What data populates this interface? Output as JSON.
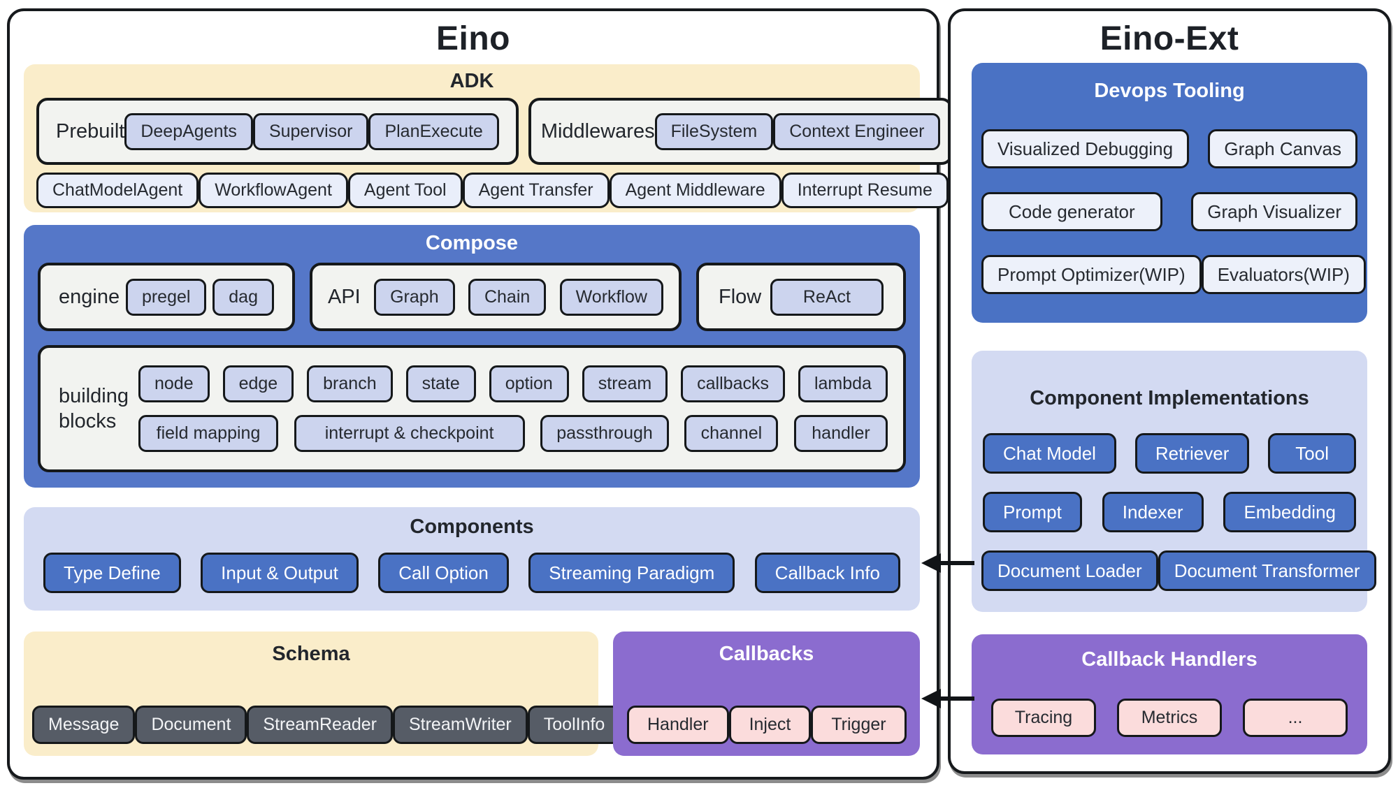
{
  "left_panel": {
    "title": "Eino",
    "adk": {
      "header": "ADK",
      "groups": [
        {
          "label": "Prebuilt",
          "pills": [
            "DeepAgents",
            "Supervisor",
            "PlanExecute"
          ]
        },
        {
          "label": "Middlewares",
          "pills": [
            "FileSystem",
            "Context Engineer"
          ]
        }
      ],
      "bottom_pills": [
        "ChatModelAgent",
        "WorkflowAgent",
        "Agent Tool",
        "Agent Transfer",
        "Agent Middleware",
        "Interrupt Resume"
      ]
    },
    "compose": {
      "header": "Compose",
      "groups": [
        {
          "label": "engine",
          "pills": [
            "pregel",
            "dag"
          ]
        },
        {
          "label": "API",
          "pills": [
            "Graph",
            "Chain",
            "Workflow"
          ]
        },
        {
          "label": "Flow",
          "pills": [
            "ReAct"
          ]
        }
      ],
      "building_blocks": {
        "label": "building blocks",
        "row1": [
          "node",
          "edge",
          "branch",
          "state",
          "option",
          "stream",
          "callbacks",
          "lambda"
        ],
        "row2": [
          "field mapping",
          "interrupt & checkpoint",
          "passthrough",
          "channel",
          "handler"
        ]
      }
    },
    "components": {
      "header": "Components",
      "pills": [
        "Type Define",
        "Input & Output",
        "Call Option",
        "Streaming Paradigm",
        "Callback Info"
      ]
    },
    "schema": {
      "header": "Schema",
      "pills": [
        "Message",
        "Document",
        "StreamReader",
        "StreamWriter",
        "ToolInfo"
      ]
    },
    "callbacks": {
      "header": "Callbacks",
      "pills": [
        "Handler",
        "Inject",
        "Trigger"
      ]
    }
  },
  "right_panel": {
    "title": "Eino-Ext",
    "devops": {
      "header": "Devops Tooling",
      "rows": [
        [
          "Visualized Debugging",
          "Graph Canvas"
        ],
        [
          "Code generator",
          "Graph Visualizer"
        ],
        [
          "Prompt Optimizer(WIP)",
          "Evaluators(WIP)"
        ]
      ]
    },
    "implementations": {
      "header": "Component Implementations",
      "rows": [
        [
          "Chat Model",
          "Retriever",
          "Tool"
        ],
        [
          "Prompt",
          "Indexer",
          "Embedding"
        ],
        [
          "Document Loader",
          "Document Transformer"
        ]
      ]
    },
    "callback_handlers": {
      "header": "Callback Handlers",
      "pills": [
        "Tracing",
        "Metrics",
        "..."
      ]
    }
  },
  "colors": {
    "yellow_section": "#FAEDCA",
    "compose_blue": "#5577C8",
    "solid_blue_pill": "#4A72C4",
    "lavender_section": "#D3DAF2",
    "lavender_pill": "#CCD4EE",
    "pale_blue_pill": "#E9EEFA",
    "purple_section": "#8B6CCF",
    "pink_pill": "#FBDCDC",
    "gray_pill": "#565C66",
    "frame_background": "#F2F3F0",
    "border": "#15181A",
    "text_dark": "#24282E"
  }
}
